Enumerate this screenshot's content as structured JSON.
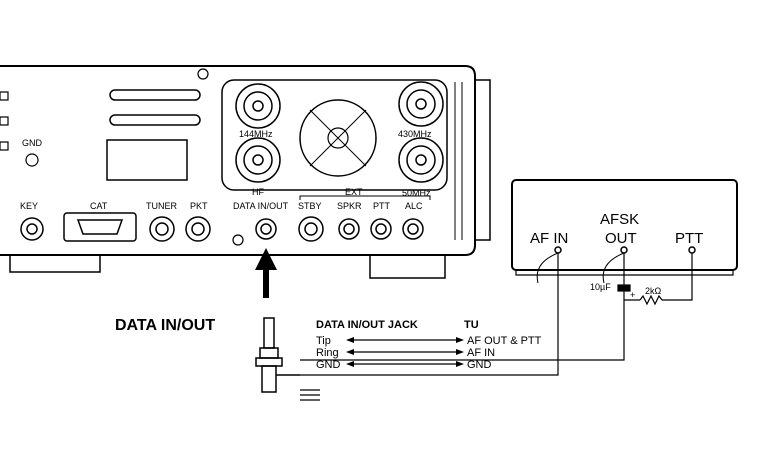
{
  "radio": {
    "labels": {
      "gnd": "GND",
      "key": "KEY",
      "cat": "CAT",
      "tuner": "TUNER",
      "pkt": "PKT",
      "hf": "HF",
      "data_in_out": "DATA IN/OUT",
      "ext": "EXT",
      "stby": "STBY",
      "spkr": "SPKR",
      "ptt": "PTT",
      "alc": "ALC",
      "mhz144": "144MHz",
      "mhz430": "430MHz",
      "mhz50": "50MHz"
    }
  },
  "callout": {
    "data_in_out": "DATA IN/OUT"
  },
  "tu_box": {
    "af_in": "AF IN",
    "afsk_line1": "AFSK",
    "afsk_line2": "OUT",
    "ptt": "PTT",
    "cap": "10µF",
    "plus": "+",
    "res": "2kΩ"
  },
  "table": {
    "header_left": "DATA IN/OUT JACK",
    "header_right": "TU",
    "rows": [
      {
        "left": "Tip",
        "right": "AF OUT & PTT"
      },
      {
        "left": "Ring",
        "right": "AF IN"
      },
      {
        "left": "GND",
        "right": "GND"
      }
    ]
  }
}
